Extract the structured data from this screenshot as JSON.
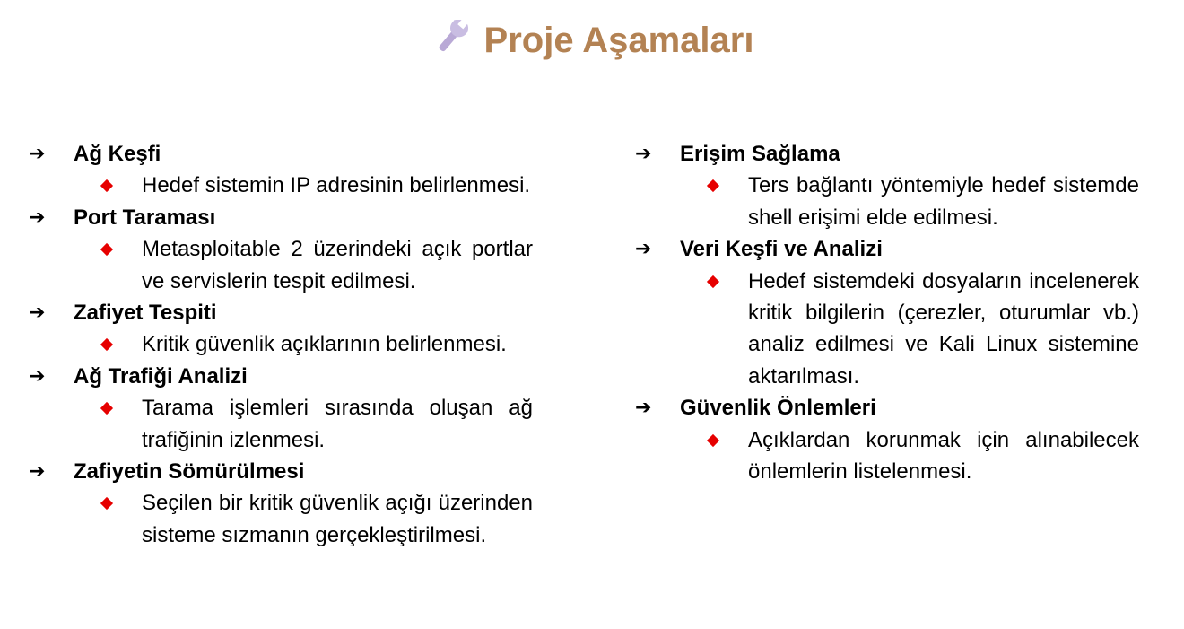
{
  "title": "Proje Aşamaları",
  "title_icon": "wrench-icon",
  "colors": {
    "title": "#b38253",
    "bullet": "#e60000",
    "icon": "#b9a9d6"
  },
  "left_column": [
    {
      "heading": "Ağ Keşfi",
      "bullets": [
        "Hedef sistemin IP adresinin belirlenmesi."
      ]
    },
    {
      "heading": "Port Taraması",
      "bullets": [
        "Metasploitable 2 üzerindeki açık portlar ve servislerin tespit edilmesi."
      ]
    },
    {
      "heading": "Zafiyet Tespiti",
      "bullets": [
        "Kritik güvenlik açıklarının belirlenmesi."
      ]
    },
    {
      "heading": "Ağ Trafiği Analizi",
      "bullets": [
        "Tarama işlemleri sırasında oluşan ağ trafiğinin izlenmesi."
      ]
    },
    {
      "heading": "Zafiyetin Sömürülmesi",
      "bullets": [
        "Seçilen bir kritik güvenlik açığı üzerinden sisteme sızmanın gerçekleştirilmesi."
      ]
    }
  ],
  "right_column": [
    {
      "heading": "Erişim Sağlama",
      "bullets": [
        "Ters bağlantı yöntemiyle hedef sistemde shell erişimi elde edilmesi."
      ]
    },
    {
      "heading": "Veri Keşfi ve Analizi",
      "bullets": [
        "Hedef sistemdeki dosyaların incelenerek kritik bilgilerin (çerezler, oturumlar vb.) analiz edilmesi ve Kali Linux sistemine aktarılması."
      ]
    },
    {
      "heading": "Güvenlik Önlemleri",
      "bullets": [
        "Açıklardan korunmak için alınabilecek önlemlerin listelenmesi."
      ]
    }
  ],
  "arrow_glyph": "➔"
}
